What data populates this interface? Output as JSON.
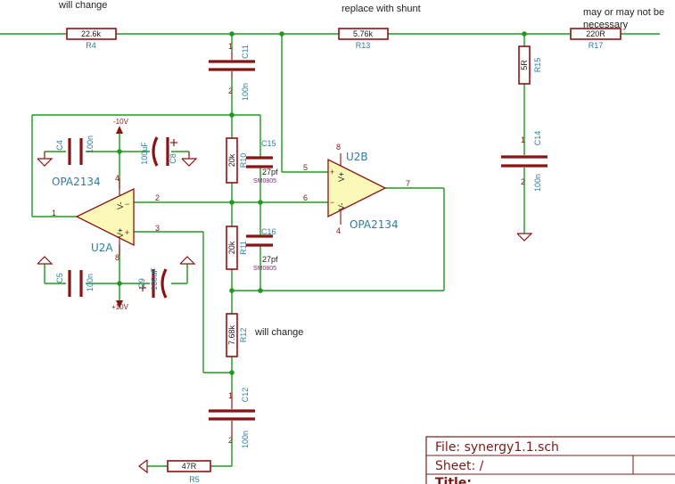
{
  "notes": {
    "top_left": "will change",
    "top_mid": "replace with shunt",
    "top_right_1": "may or may not be",
    "top_right_2": "necessary",
    "mid": "will change"
  },
  "resistors": {
    "r4": {
      "ref": "R4",
      "value": "22.6k"
    },
    "r13": {
      "ref": "R13",
      "value": "5.76k"
    },
    "r17": {
      "ref": "R17",
      "value": "220R"
    },
    "r15": {
      "ref": "R15",
      "value": "5R"
    },
    "r10": {
      "ref": "R10",
      "value": "20k"
    },
    "r11": {
      "ref": "R11",
      "value": "20k"
    },
    "r12": {
      "ref": "R12",
      "value": "7.68k"
    },
    "r5": {
      "ref": "R5",
      "value": "47R"
    }
  },
  "capacitors": {
    "c11": {
      "ref": "C11",
      "value": "100n"
    },
    "c14": {
      "ref": "C14",
      "value": "100n"
    },
    "c12": {
      "ref": "C12",
      "value": "100n"
    },
    "c15": {
      "ref": "C15",
      "value": "27pf",
      "pkg": "SM0805"
    },
    "c16": {
      "ref": "C16",
      "value": "27pf",
      "pkg": "SM0805"
    },
    "c4": {
      "ref": "C4",
      "value": "100n"
    },
    "c5": {
      "ref": "C5",
      "value": "100n"
    },
    "c8": {
      "ref": "C8",
      "value": "100uF"
    },
    "c9": {
      "ref": "C9",
      "value": "100uF"
    }
  },
  "opamps": {
    "u2a": {
      "ref": "U2A",
      "part": "OPA2134",
      "vneg": "V-",
      "vpos": "V+"
    },
    "u2b": {
      "ref": "U2B",
      "part": "OPA2134",
      "vneg": "V-",
      "vpos": "V+"
    }
  },
  "power": {
    "neg": "-10V",
    "pos": "+10V"
  },
  "pins": {
    "one": "1",
    "two": "2",
    "three": "3",
    "four": "4",
    "five": "5",
    "six": "6",
    "seven": "7",
    "eight": "8"
  },
  "title_block": {
    "file": "File: synergy1.1.sch",
    "sheet": "Sheet: /",
    "title": "Title:"
  },
  "colors": {
    "wire": "#1f9a1f",
    "component": "#8a1414",
    "opamp_fill": "#fbf9b7",
    "reference": "#2a7fa0",
    "package": "#8a1b8a"
  }
}
